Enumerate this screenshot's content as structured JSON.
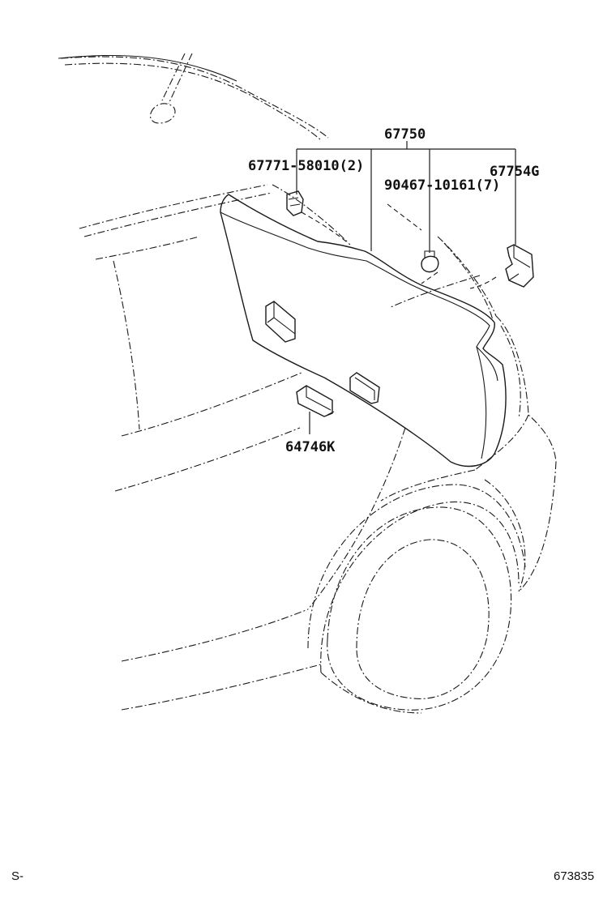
{
  "labels": {
    "trim_assembly": "67750",
    "clip_a": "67771-58010(2)",
    "clip_b": "90467-10161(7)",
    "bracket": "67754G",
    "cover": "64746K"
  },
  "footer": {
    "left": "S-",
    "right": "673835"
  },
  "colors": {
    "line": "#1a1a1a",
    "background": "#ffffff"
  }
}
